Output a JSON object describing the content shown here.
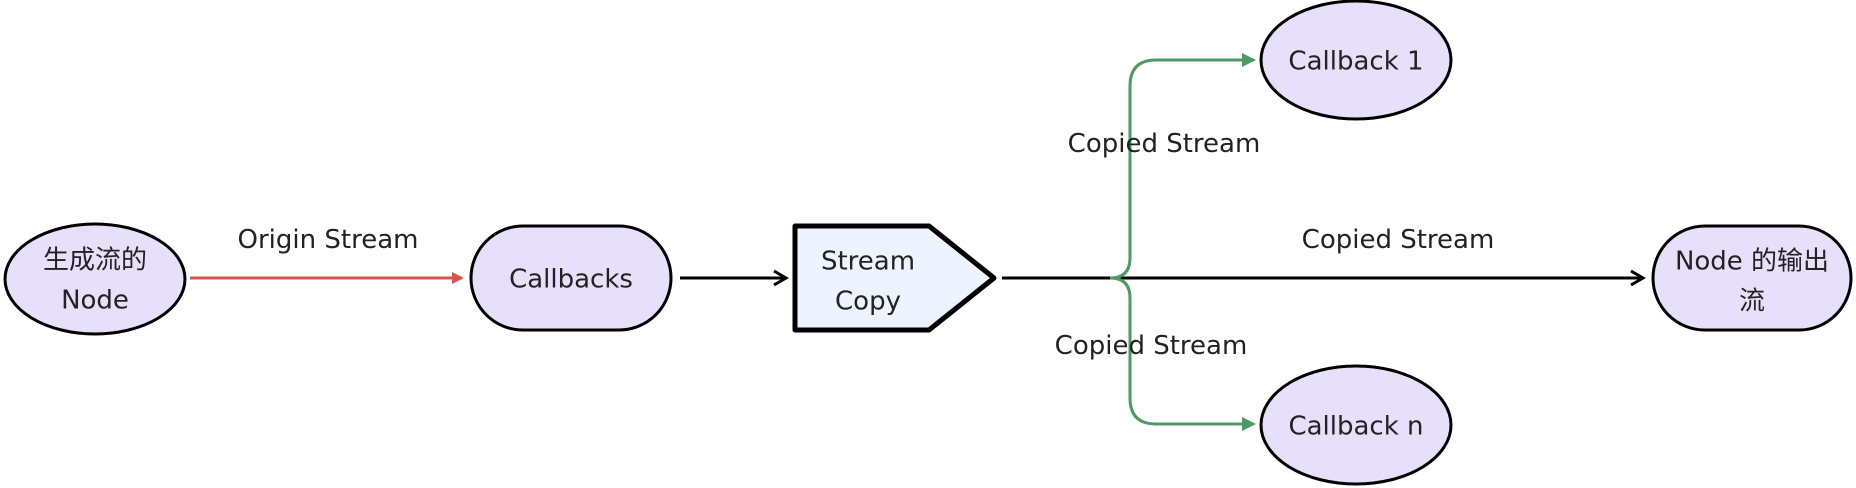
{
  "colors": {
    "node_fill": "#E7E0FA",
    "node_stroke": "#000000",
    "copy_fill": "#EEF4FF",
    "edge_default": "#000000",
    "edge_origin": "#D9534F",
    "edge_copied": "#4E9A64"
  },
  "nodes": {
    "source": {
      "line1": "生成流的",
      "line2": "Node"
    },
    "callbacks": {
      "label": "Callbacks"
    },
    "stream_copy": {
      "line1": "Stream",
      "line2": "Copy"
    },
    "callback_1": {
      "label": "Callback 1"
    },
    "callback_n": {
      "label": "Callback n"
    },
    "output": {
      "line1": "Node 的输出",
      "line2": "流"
    }
  },
  "edges": {
    "origin": {
      "label": "Origin Stream"
    },
    "copied_up": {
      "label": "Copied Stream"
    },
    "copied_main": {
      "label": "Copied Stream"
    },
    "copied_down": {
      "label": "Copied Stream"
    }
  }
}
